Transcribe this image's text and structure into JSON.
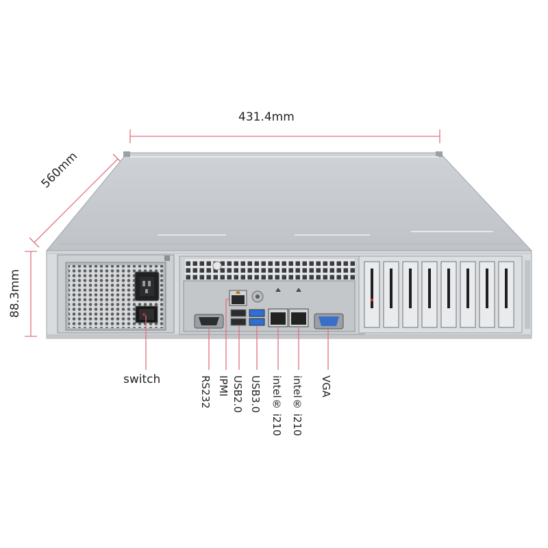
{
  "dimensions": {
    "width": "431.4mm",
    "depth": "560mm",
    "height": "88.3mm"
  },
  "callouts": {
    "switch": "switch",
    "rs232": "RS232",
    "ipmi": "IPMI",
    "usb2": "USB2.0",
    "usb3": "USB3.0",
    "lan1": "intel® i210",
    "lan2": "intel® i210",
    "vga": "VGA"
  },
  "colors": {
    "dimension_line": "#e07080",
    "chassis_top": "#c9cdd1",
    "chassis_back": "#d9dcdf",
    "io_shield": "#c4c7ca",
    "usb3_port": "#2f6fd6",
    "vga_port": "#3a6fc9"
  }
}
